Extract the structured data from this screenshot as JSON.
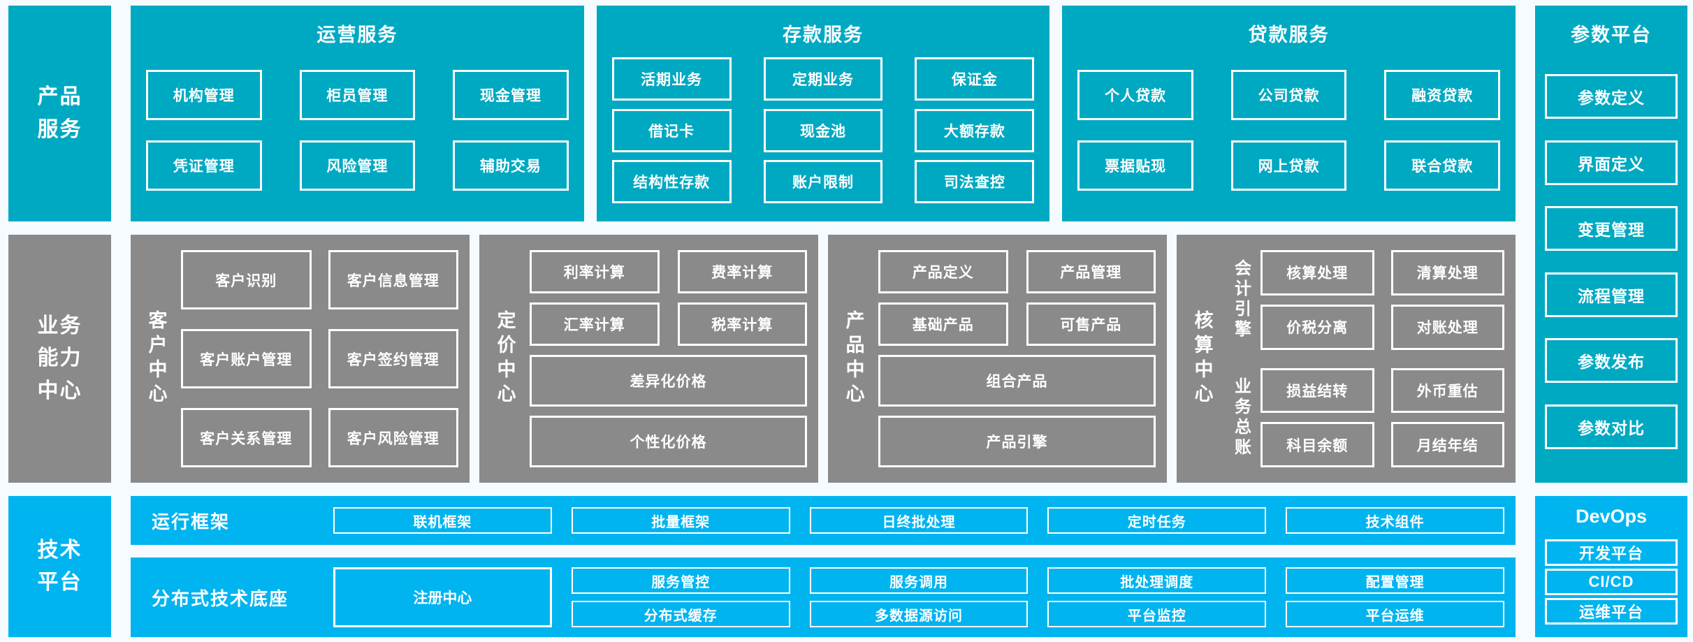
{
  "colors": {
    "teal": "#00a9c2",
    "blue": "#00b4f0",
    "gray": "#8a8a8a",
    "background": "#f5fbfe",
    "text": "#ffffff"
  },
  "left_labels": {
    "product": "产品\n服务",
    "capability": "业务\n能力\n中心",
    "tech": "技术\n平台"
  },
  "product_services": {
    "operations": {
      "title": "运营服务",
      "items": [
        "机构管理",
        "柜员管理",
        "现金管理",
        "凭证管理",
        "风险管理",
        "辅助交易"
      ]
    },
    "deposits": {
      "title": "存款服务",
      "items": [
        "活期业务",
        "定期业务",
        "保证金",
        "借记卡",
        "现金池",
        "大额存款",
        "结构性存款",
        "账户限制",
        "司法查控"
      ]
    },
    "loans": {
      "title": "贷款服务",
      "items": [
        "个人贷款",
        "公司贷款",
        "融资贷款",
        "票据贴现",
        "网上贷款",
        "联合贷款"
      ]
    }
  },
  "capability_centers": {
    "customer": {
      "label": "客户中心",
      "items": [
        "客户识别",
        "客户信息管理",
        "客户账户管理",
        "客户签约管理",
        "客户关系管理",
        "客户风险管理"
      ]
    },
    "pricing": {
      "label": "定价中心",
      "pairs": [
        "利率计算",
        "费率计算",
        "汇率计算",
        "税率计算"
      ],
      "wide": [
        "差异化价格",
        "个性化价格"
      ]
    },
    "product": {
      "label": "产品中心",
      "pairs": [
        "产品定义",
        "产品管理",
        "基础产品",
        "可售产品"
      ],
      "wide": [
        "组合产品",
        "产品引擎"
      ]
    },
    "accounting": {
      "label": "核算中心",
      "engine": {
        "label": "会计引擎",
        "items": [
          "核算处理",
          "清算处理",
          "价税分离",
          "对账处理"
        ]
      },
      "ledger": {
        "label": "业务总账",
        "items": [
          "损益结转",
          "外币重估",
          "科目余额",
          "月结年结"
        ]
      }
    }
  },
  "tech_platform": {
    "runtime": {
      "label": "运行框架",
      "items": [
        "联机框架",
        "批量框架",
        "日终批处理",
        "定时任务",
        "技术组件"
      ]
    },
    "distributed": {
      "label": "分布式技术底座",
      "registry": "注册中心",
      "items": [
        "服务管控",
        "服务调用",
        "批处理调度",
        "配置管理",
        "分布式缓存",
        "多数据源访问",
        "平台监控",
        "平台运维"
      ]
    }
  },
  "param_platform": {
    "title": "参数平台",
    "items": [
      "参数定义",
      "界面定义",
      "变更管理",
      "流程管理",
      "参数发布",
      "参数对比"
    ]
  },
  "devops": {
    "title": "DevOps",
    "items": [
      "开发平台",
      "CI/CD",
      "运维平台"
    ]
  }
}
